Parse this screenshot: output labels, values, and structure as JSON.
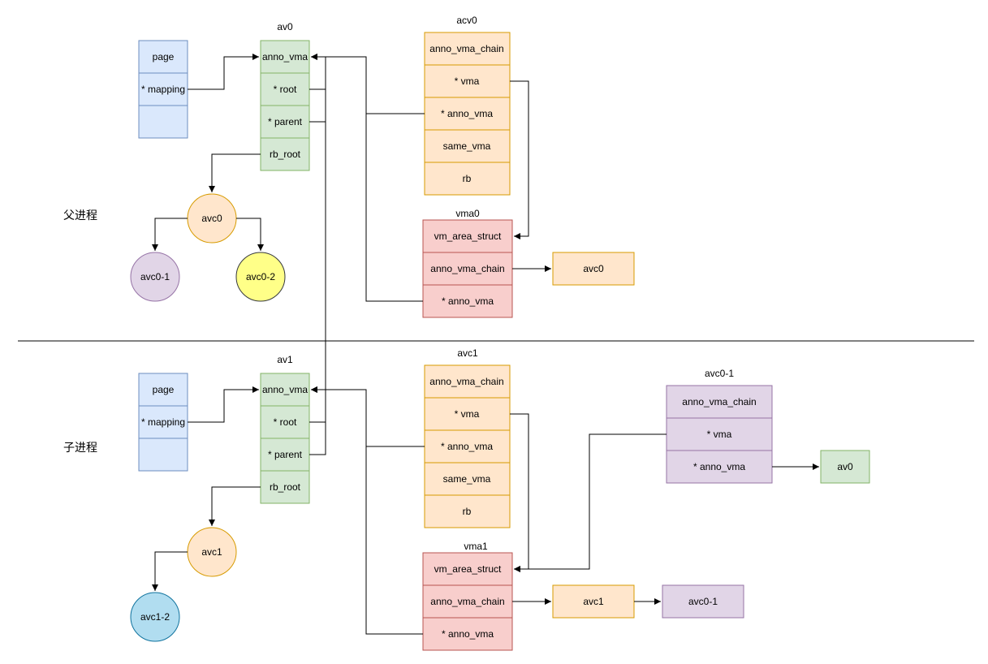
{
  "sections": {
    "parent": {
      "label": "父进程"
    },
    "child": {
      "label": "子进程"
    }
  },
  "colors": {
    "page": {
      "fill": "#dae8fc",
      "stroke": "#6c8ebf"
    },
    "anon_vma": {
      "fill": "#d5e8d4",
      "stroke": "#82b366"
    },
    "avc": {
      "fill": "#ffe6cc",
      "stroke": "#d79b00"
    },
    "vma": {
      "fill": "#f8cecc",
      "stroke": "#b85450"
    },
    "avc_purple": {
      "fill": "#e1d5e7",
      "stroke": "#9673a6"
    },
    "avc_yellow": {
      "fill": "#ffff88",
      "stroke": "#36393d"
    },
    "avc_blue": {
      "fill": "#b1ddf0",
      "stroke": "#10739e"
    }
  },
  "parent": {
    "page_struct": {
      "rows": [
        "page",
        "* mapping",
        ""
      ]
    },
    "av0": {
      "title": "av0",
      "rows": [
        "anno_vma",
        "* root",
        "* parent",
        "rb_root"
      ]
    },
    "acv0": {
      "title": "acv0",
      "rows": [
        "anno_vma_chain",
        "* vma",
        "* anno_vma",
        "same_vma",
        "rb"
      ]
    },
    "vma0": {
      "title": "vma0",
      "rows": [
        "vm_area_struct",
        "anno_vma_chain",
        "* anno_vma"
      ]
    },
    "vma0_chain_box": {
      "label": "avc0"
    },
    "tree": {
      "root": "avc0",
      "left": "avc0-1",
      "right": "avc0-2"
    }
  },
  "child": {
    "page_struct": {
      "rows": [
        "page",
        "* mapping",
        ""
      ]
    },
    "av1": {
      "title": "av1",
      "rows": [
        "anno_vma",
        "* root",
        "* parent",
        "rb_root"
      ]
    },
    "avc1": {
      "title": "avc1",
      "rows": [
        "anno_vma_chain",
        "* vma",
        "* anno_vma",
        "same_vma",
        "rb"
      ]
    },
    "vma1": {
      "title": "vma1",
      "rows": [
        "vm_area_struct",
        "anno_vma_chain",
        "* anno_vma"
      ]
    },
    "vma1_chain_boxes": [
      "avc1",
      "avc0-1"
    ],
    "avc0_1": {
      "title": "avc0-1",
      "rows": [
        "anno_vma_chain",
        "* vma",
        "* anno_vma"
      ]
    },
    "avc0_1_target": {
      "label": "av0"
    },
    "tree": {
      "root": "avc1",
      "left": "avc1-2"
    }
  }
}
